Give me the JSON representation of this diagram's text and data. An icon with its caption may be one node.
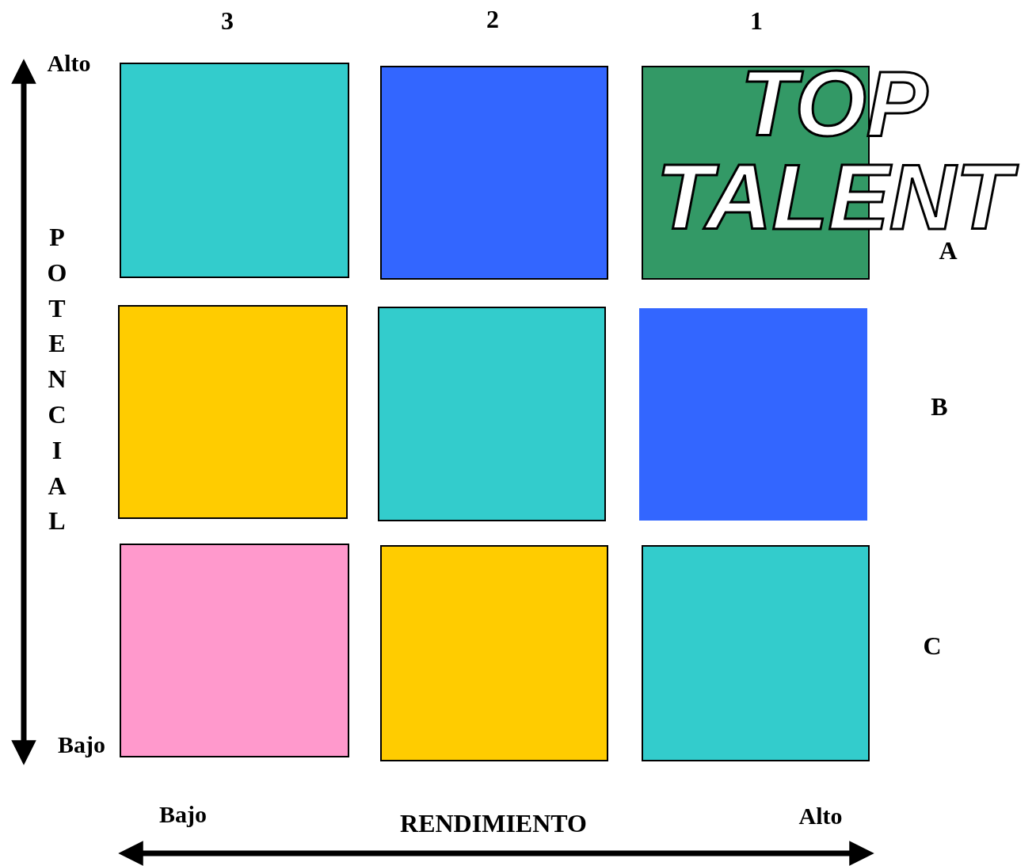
{
  "diagram": {
    "nodes": [
      {
        "text": [],
        "shape": "box"
      },
      {
        "text": [],
        "shape": "box"
      },
      {
        "text": [],
        "shape": "box"
      },
      {
        "text": [],
        "shape": "box"
      },
      {
        "text": [],
        "shape": "box"
      },
      {
        "text": [],
        "shape": "box"
      },
      {
        "text": [],
        "shape": "box"
      },
      {
        "text": [],
        "shape": "box"
      },
      {
        "text": [],
        "shape": "box"
      }
    ],
    "labels": [
      "3",
      "2",
      "1",
      "Alto",
      "TOP TALENT",
      "A",
      "POTENCIAL",
      "B",
      "C",
      "Bajo",
      "Bajo",
      "RENDIMIENTO",
      "Alto"
    ]
  }
}
